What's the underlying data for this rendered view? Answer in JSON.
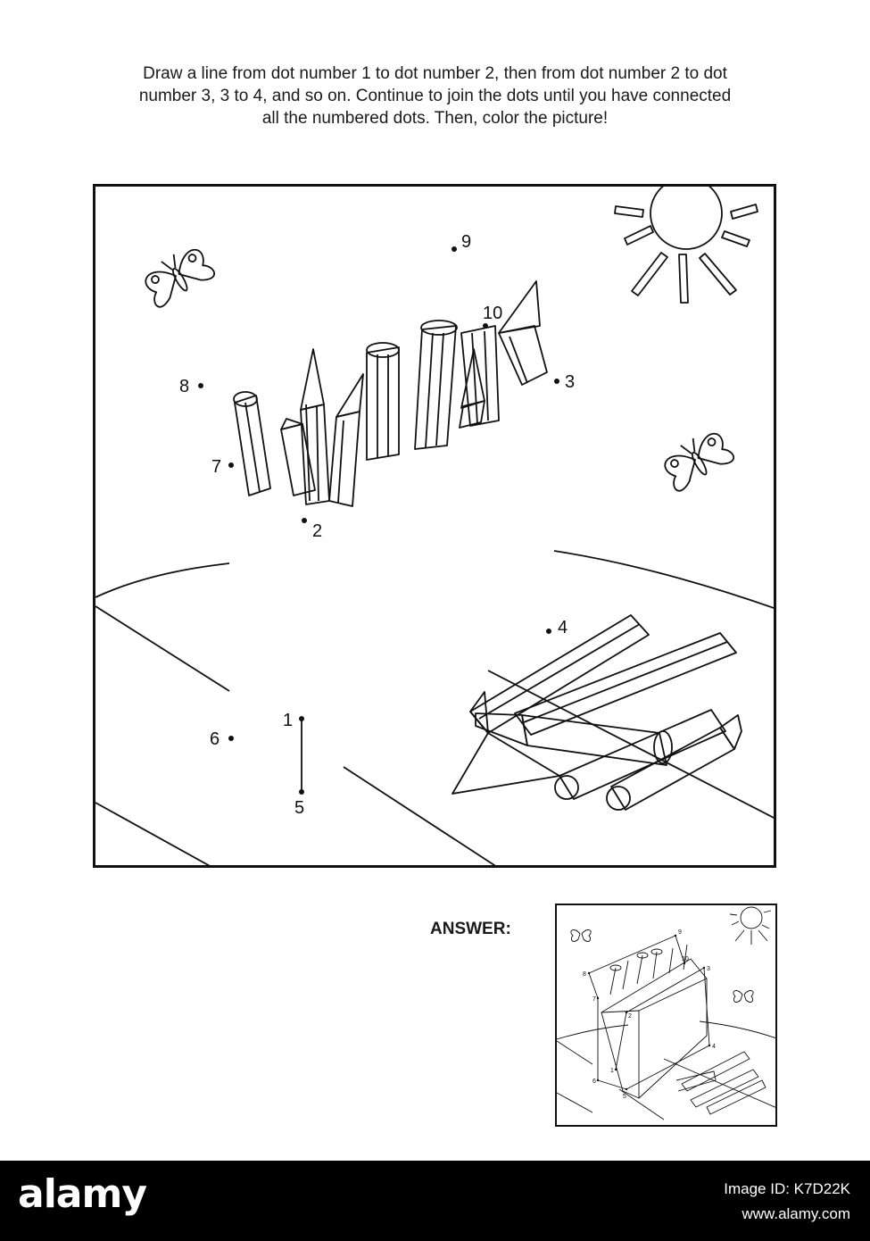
{
  "instructions": {
    "line1": "Draw a line from dot number 1 to dot number 2, then from dot number 2 to dot",
    "line2": "number 3, 3 to 4, and so on. Continue to join the dots until you have connected",
    "line3": "all the numbered dots. Then, color the picture!"
  },
  "puzzle": {
    "dots": [
      {
        "label": "1"
      },
      {
        "label": "2"
      },
      {
        "label": "3"
      },
      {
        "label": "4"
      },
      {
        "label": "5"
      },
      {
        "label": "6"
      },
      {
        "label": "7"
      },
      {
        "label": "8"
      },
      {
        "label": "9"
      },
      {
        "label": "10"
      }
    ]
  },
  "answer": {
    "label": "ANSWER:",
    "dots": [
      {
        "label": "1"
      },
      {
        "label": "2"
      },
      {
        "label": "3"
      },
      {
        "label": "4"
      },
      {
        "label": "5"
      },
      {
        "label": "6"
      },
      {
        "label": "7"
      },
      {
        "label": "8"
      },
      {
        "label": "9"
      },
      {
        "label": "10"
      }
    ]
  },
  "stock": {
    "logo": "alamy",
    "image_id": "Image ID: K7D22K",
    "url": "www.alamy.com"
  }
}
